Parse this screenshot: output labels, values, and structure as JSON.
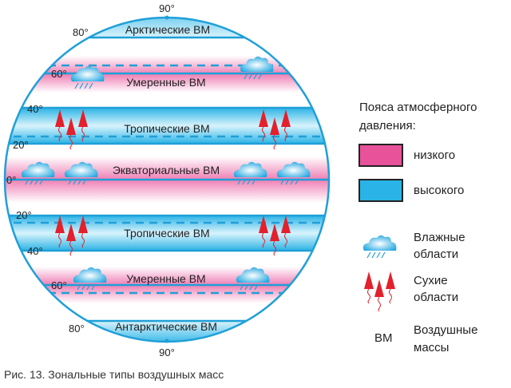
{
  "globe": {
    "zones": {
      "arctic": "Арктические ВМ",
      "temperate_n": "Умеренные ВМ",
      "tropical_n": "Тропические ВМ",
      "equatorial": "Экваториальные ВМ",
      "tropical_s": "Тропические ВМ",
      "temperate_s": "Умеренные ВМ",
      "antarctic": "Антарктические ВМ"
    },
    "latitudes": {
      "n90": "90°",
      "n80": "80°",
      "n60": "60°",
      "n40": "40°",
      "n20": "20°",
      "eq": "0°",
      "s20": "20°",
      "s40": "40°",
      "s60": "60°",
      "s80": "80°",
      "s90": "90°"
    }
  },
  "legend": {
    "title_line1": "Пояса атмосферного",
    "title_line2": "давления:",
    "low": "низкого",
    "high": "высокого",
    "wet_line1": "Влажные",
    "wet_line2": "области",
    "dry_line1": "Сухие",
    "dry_line2": "области",
    "vm_abbr": "ВМ",
    "vm_line1": "Воздушные",
    "vm_line2": "массы"
  },
  "colors": {
    "low_pressure": "#e8529a",
    "high_pressure": "#2ab3e6",
    "line": "#1f9fd8",
    "arrow": "#e3202b"
  },
  "caption": "Рис. 13. Зональные типы воздушных масс"
}
